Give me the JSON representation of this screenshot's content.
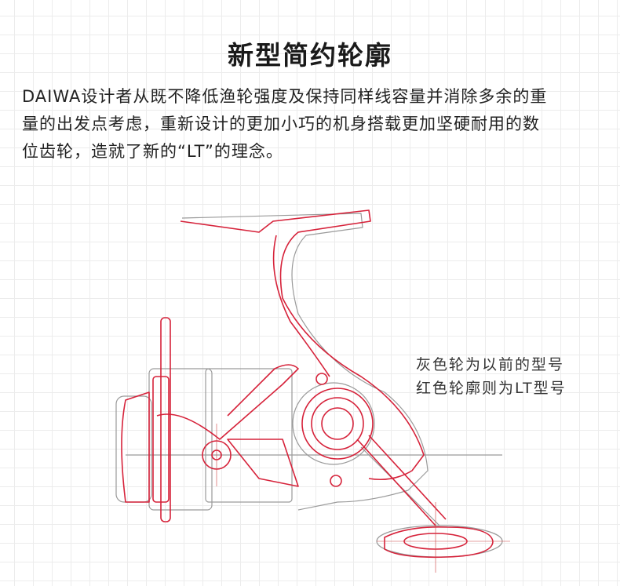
{
  "title": "新型简约轮廓",
  "description_lines": [
    "DAIWA设计者从既不降低渔轮强度及保持同样线容量并消除多余的重",
    "量的出发点考虑，重新设计的更加小巧的机身搭载更加坚硬耐用的数",
    "位齿轮，造就了新的“LT”的理念。"
  ],
  "legend": {
    "gray": "灰色轮为以前的型号",
    "red": "红色轮廓则为LT型号"
  },
  "colors": {
    "red": "#d6223a",
    "gray": "#9a9a9a"
  }
}
